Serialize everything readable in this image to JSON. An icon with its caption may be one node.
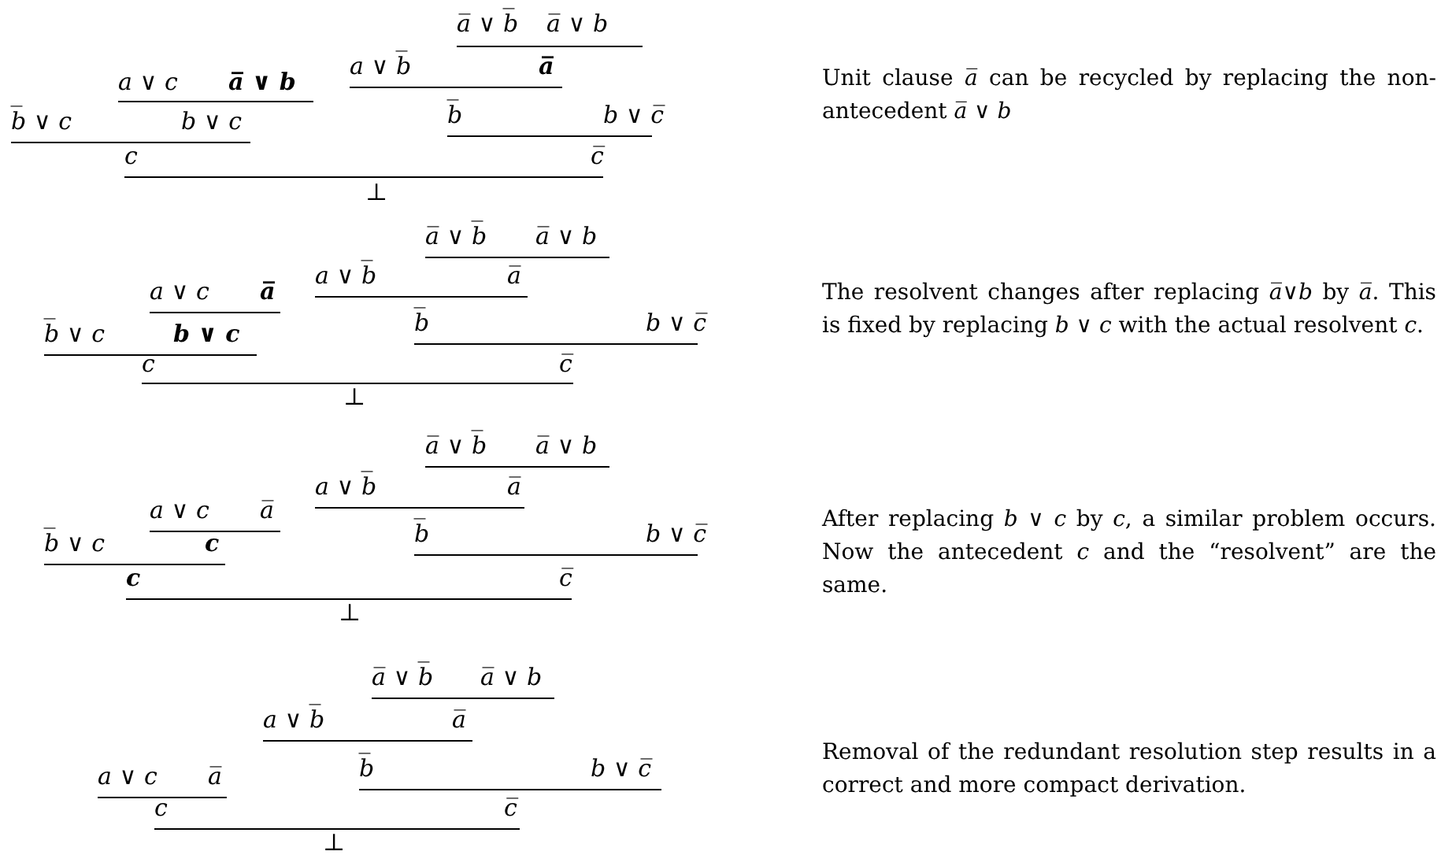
{
  "diagram": {
    "labels": [
      "*a̅* ∨ *b̅*",
      "*a̅* ∨ *b*",
      "*a* ∨ *b̅*",
      "*a̅*",
      "*a* ∨ *c*",
      "*a̅* ∨ *b*",
      "*b̅* ∨ *c*",
      "*b* ∨ *c*",
      "*b̅*",
      "*b* ∨ *c̅*",
      "*c*",
      "*c̅*",
      "⊥",
      "Unit clause *a̅* can be recycled by replacing the non-antecedent *a̅* ∨ *b*",
      "*a̅* ∨ *b̅*",
      "*a̅* ∨ *b*",
      "*a* ∨ *b̅*",
      "*a̅*",
      "*a* ∨ *c*",
      "*a̅*",
      "*b̅* ∨ *c*",
      "*b* ∨ *c*",
      "*b̅*",
      "*b* ∨ *c̅*",
      "*c*",
      "*c̅*",
      "⊥",
      "The resolvent changes after replacing *a̅*∨*b* by *a̅*. This is fixed by replacing *b* ∨ *c* with the actual resolvent *c*.",
      "*a̅* ∨ *b̅*",
      "*a̅* ∨ *b*",
      "*a* ∨ *b̅*",
      "*a̅*",
      "*a* ∨ *c*",
      "*a̅*",
      "*b̅* ∨ *c*",
      "*c*",
      "*b̅*",
      "*b* ∨ *c̅*",
      "*c*",
      "*c̅*",
      "⊥",
      "After replacing *b* ∨ *c* by *c*, a similar problem occurs. Now the antecedent *c* and the “resolvent” are the same.",
      "*a̅* ∨ *b̅*",
      "*a̅* ∨ *b*",
      "*a* ∨ *b̅*",
      "*a̅*",
      "*a* ∨ *c*",
      "*a̅*",
      "*b̅*",
      "*b* ∨ *c̅*",
      "*c*",
      "*c̅*",
      "⊥",
      "Removal of the redundant resolution step results in a correct and more compact derivation."
    ]
  }
}
